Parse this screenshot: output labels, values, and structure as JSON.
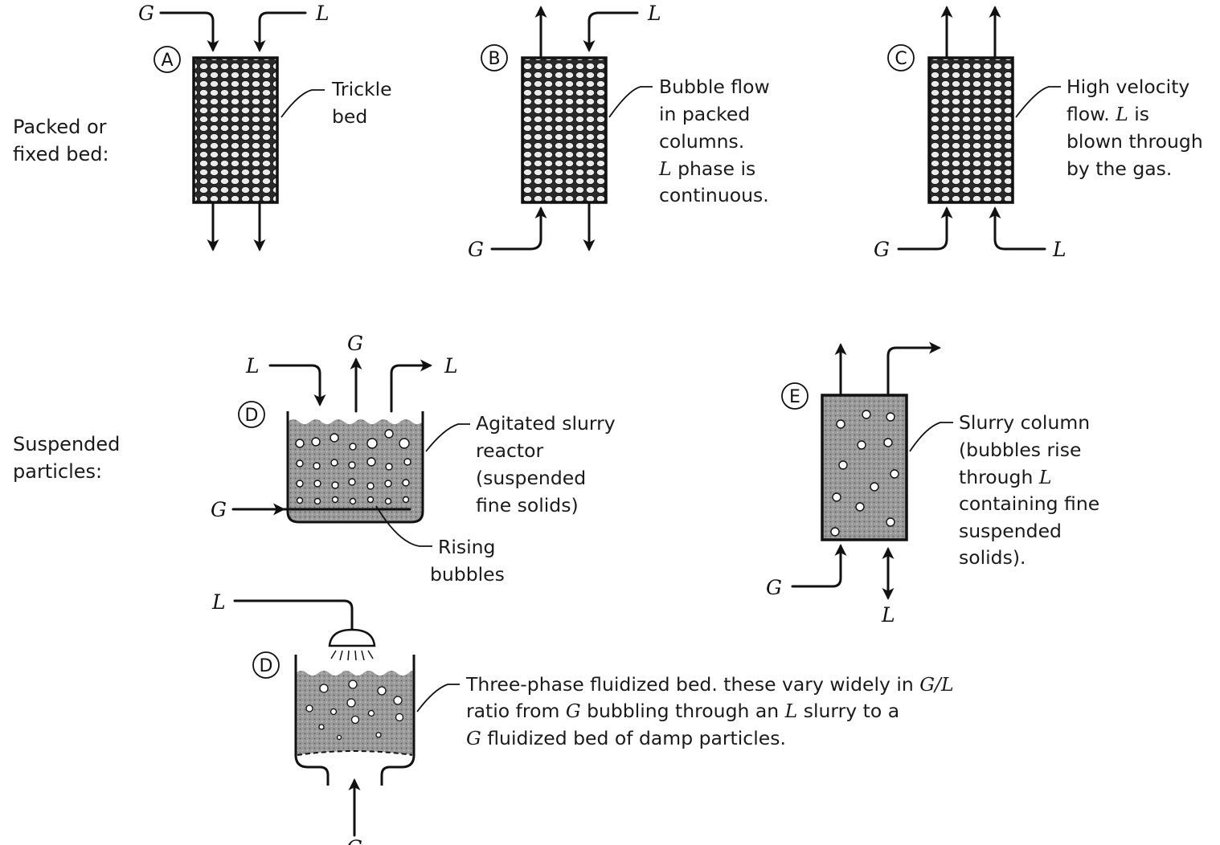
{
  "sections": {
    "packed": [
      "Packed or",
      "fixed bed:"
    ],
    "suspended": [
      "Suspended",
      "particles:"
    ]
  },
  "streams": {
    "gas": "G",
    "liquid": "L"
  },
  "reactors": {
    "A": {
      "tag": "A",
      "label": [
        "Trickle",
        "bed"
      ]
    },
    "B": {
      "tag": "B",
      "label": [
        "Bubble flow",
        "in packed",
        "columns."
      ],
      "line4_rest": " phase is",
      "line5": "continuous."
    },
    "C": {
      "tag": "C",
      "line1": "High velocity",
      "line2_pre": "flow. ",
      "line2_post": " is",
      "line3": "blown through",
      "line4": "by the gas."
    },
    "D1": {
      "tag": "D",
      "label": [
        "Agitated slurry",
        "reactor",
        "(suspended",
        "fine solids)"
      ],
      "sub_label": [
        "Rising",
        "bubbles"
      ]
    },
    "E": {
      "tag": "E",
      "line1": "Slurry column",
      "line2": "(bubbles rise",
      "line3_pre": "through ",
      "line4": "containing fine",
      "line5": "suspended",
      "line6": "solids)."
    },
    "D2": {
      "tag": "D",
      "line1_pre": "Three-phase fluidized bed. these vary widely in ",
      "line1_ratio": "G/L",
      "line2_pre": "ratio from ",
      "line2_mid": " bubbling through an ",
      "line2_post": " slurry to a",
      "line3_post": " fluidized bed of damp particles."
    }
  },
  "colors": {
    "ink": "#111111",
    "stipple": "#8c8c8c",
    "background": "#ffffff"
  },
  "icons": {
    "reactor_tag": "circled-letter",
    "flow_arrow": "arrow-head",
    "distributor": "shower-head-icon"
  }
}
